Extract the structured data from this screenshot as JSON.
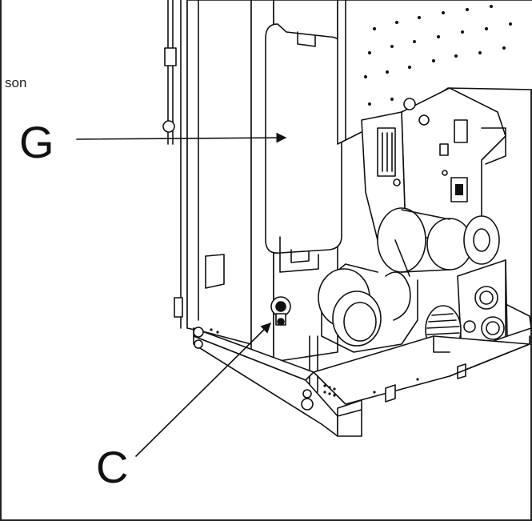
{
  "fragment_text": "son",
  "callouts": {
    "g": "G",
    "c": "C"
  },
  "colors": {
    "ink": "#111111",
    "paper": "#ffffff"
  }
}
